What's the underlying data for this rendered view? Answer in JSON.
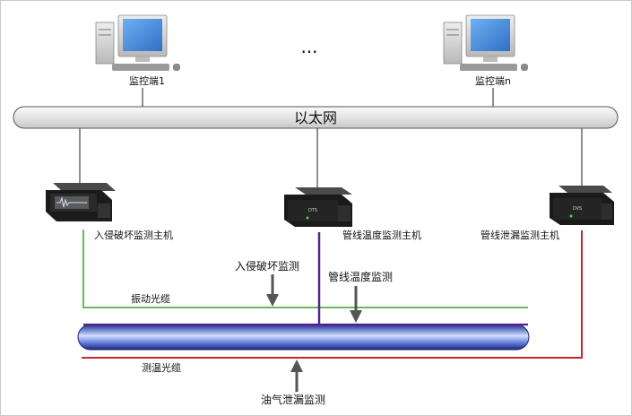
{
  "network": {
    "bus_label": "以太网",
    "ellipsis": "···",
    "terminals": [
      {
        "label": "监控端1"
      },
      {
        "label": "监控端n"
      }
    ]
  },
  "hosts": [
    {
      "label": "入侵破坏监测主机"
    },
    {
      "label": "管线温度监测主机"
    },
    {
      "label": "管线泄漏监测主机"
    }
  ],
  "cables": {
    "vibration": {
      "label": "振动光缆",
      "color": "#66bb55"
    },
    "temperature": {
      "label": "测温光缆",
      "color": "#cc2233"
    },
    "host_link": {
      "color": "#552288"
    }
  },
  "annotations": {
    "intrusion": "入侵破坏监测",
    "pipe_temperature": "管线温度监测",
    "oil_gas_leak": "油气泄漏监测"
  },
  "colors": {
    "bus_fill": "#e6e6e6",
    "pipeline_blue": "#3a4fc0",
    "arrow": "#555555"
  }
}
